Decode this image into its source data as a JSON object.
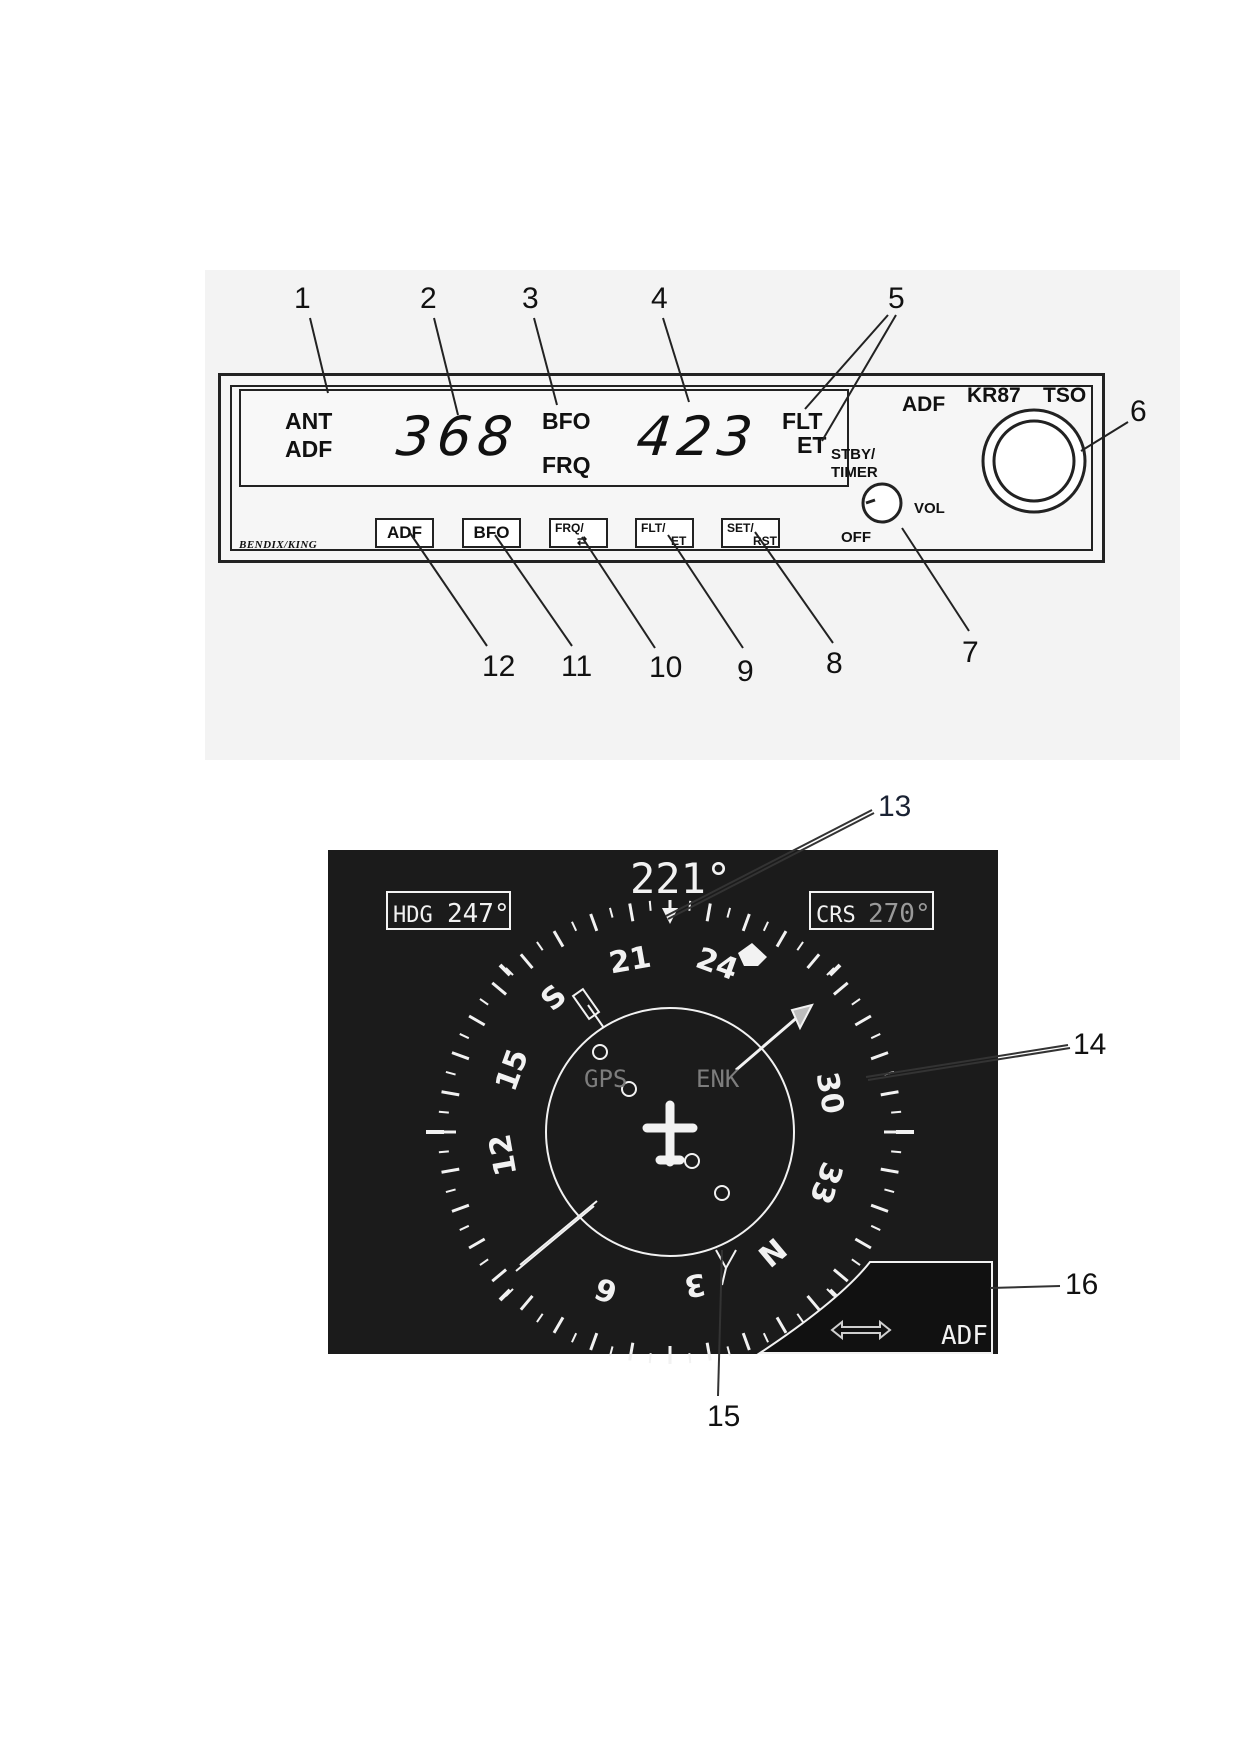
{
  "callouts": {
    "c1": "1",
    "c2": "2",
    "c3": "3",
    "c4": "4",
    "c5": "5",
    "c6": "6",
    "c7": "7",
    "c8": "8",
    "c9": "9",
    "c10": "10",
    "c11": "11",
    "c12": "12",
    "c13": "13",
    "c14": "14",
    "c15": "15",
    "c16": "16"
  },
  "kr87": {
    "ant": "ANT",
    "adf_mode": "ADF",
    "active_freq": "368",
    "bfo": "BFO",
    "frq": "FRQ",
    "standby_freq": "423",
    "flt": "FLT",
    "et": "ET",
    "adf_title": "ADF",
    "model": "KR87",
    "tso": "TSO",
    "stby_timer": "STBY/\nTIMER",
    "vol": "VOL",
    "off": "OFF",
    "brand": "BENDIX/KING",
    "buttons": {
      "adf": "ADF",
      "bfo": "BFO",
      "frq_top": "FRQ",
      "flt_top": "FLT",
      "flt_bottom": "ET",
      "set_top": "SET",
      "set_bottom": "RST"
    }
  },
  "hsi": {
    "bearing": "221°",
    "hdg_label": "HDG",
    "hdg_value": "247°",
    "crs_label": "CRS",
    "crs_value": "270°",
    "gps_label": "GPS",
    "enk_label": "ENK",
    "source_label": "ADF",
    "compass_labels": [
      "S",
      "21",
      "24",
      "30",
      "33",
      "N",
      "3",
      "6",
      "12",
      "15"
    ],
    "colors": {
      "background": "#1b1b1b",
      "symbology": "#f2f2f2",
      "dim": "#7d7d7d"
    }
  }
}
